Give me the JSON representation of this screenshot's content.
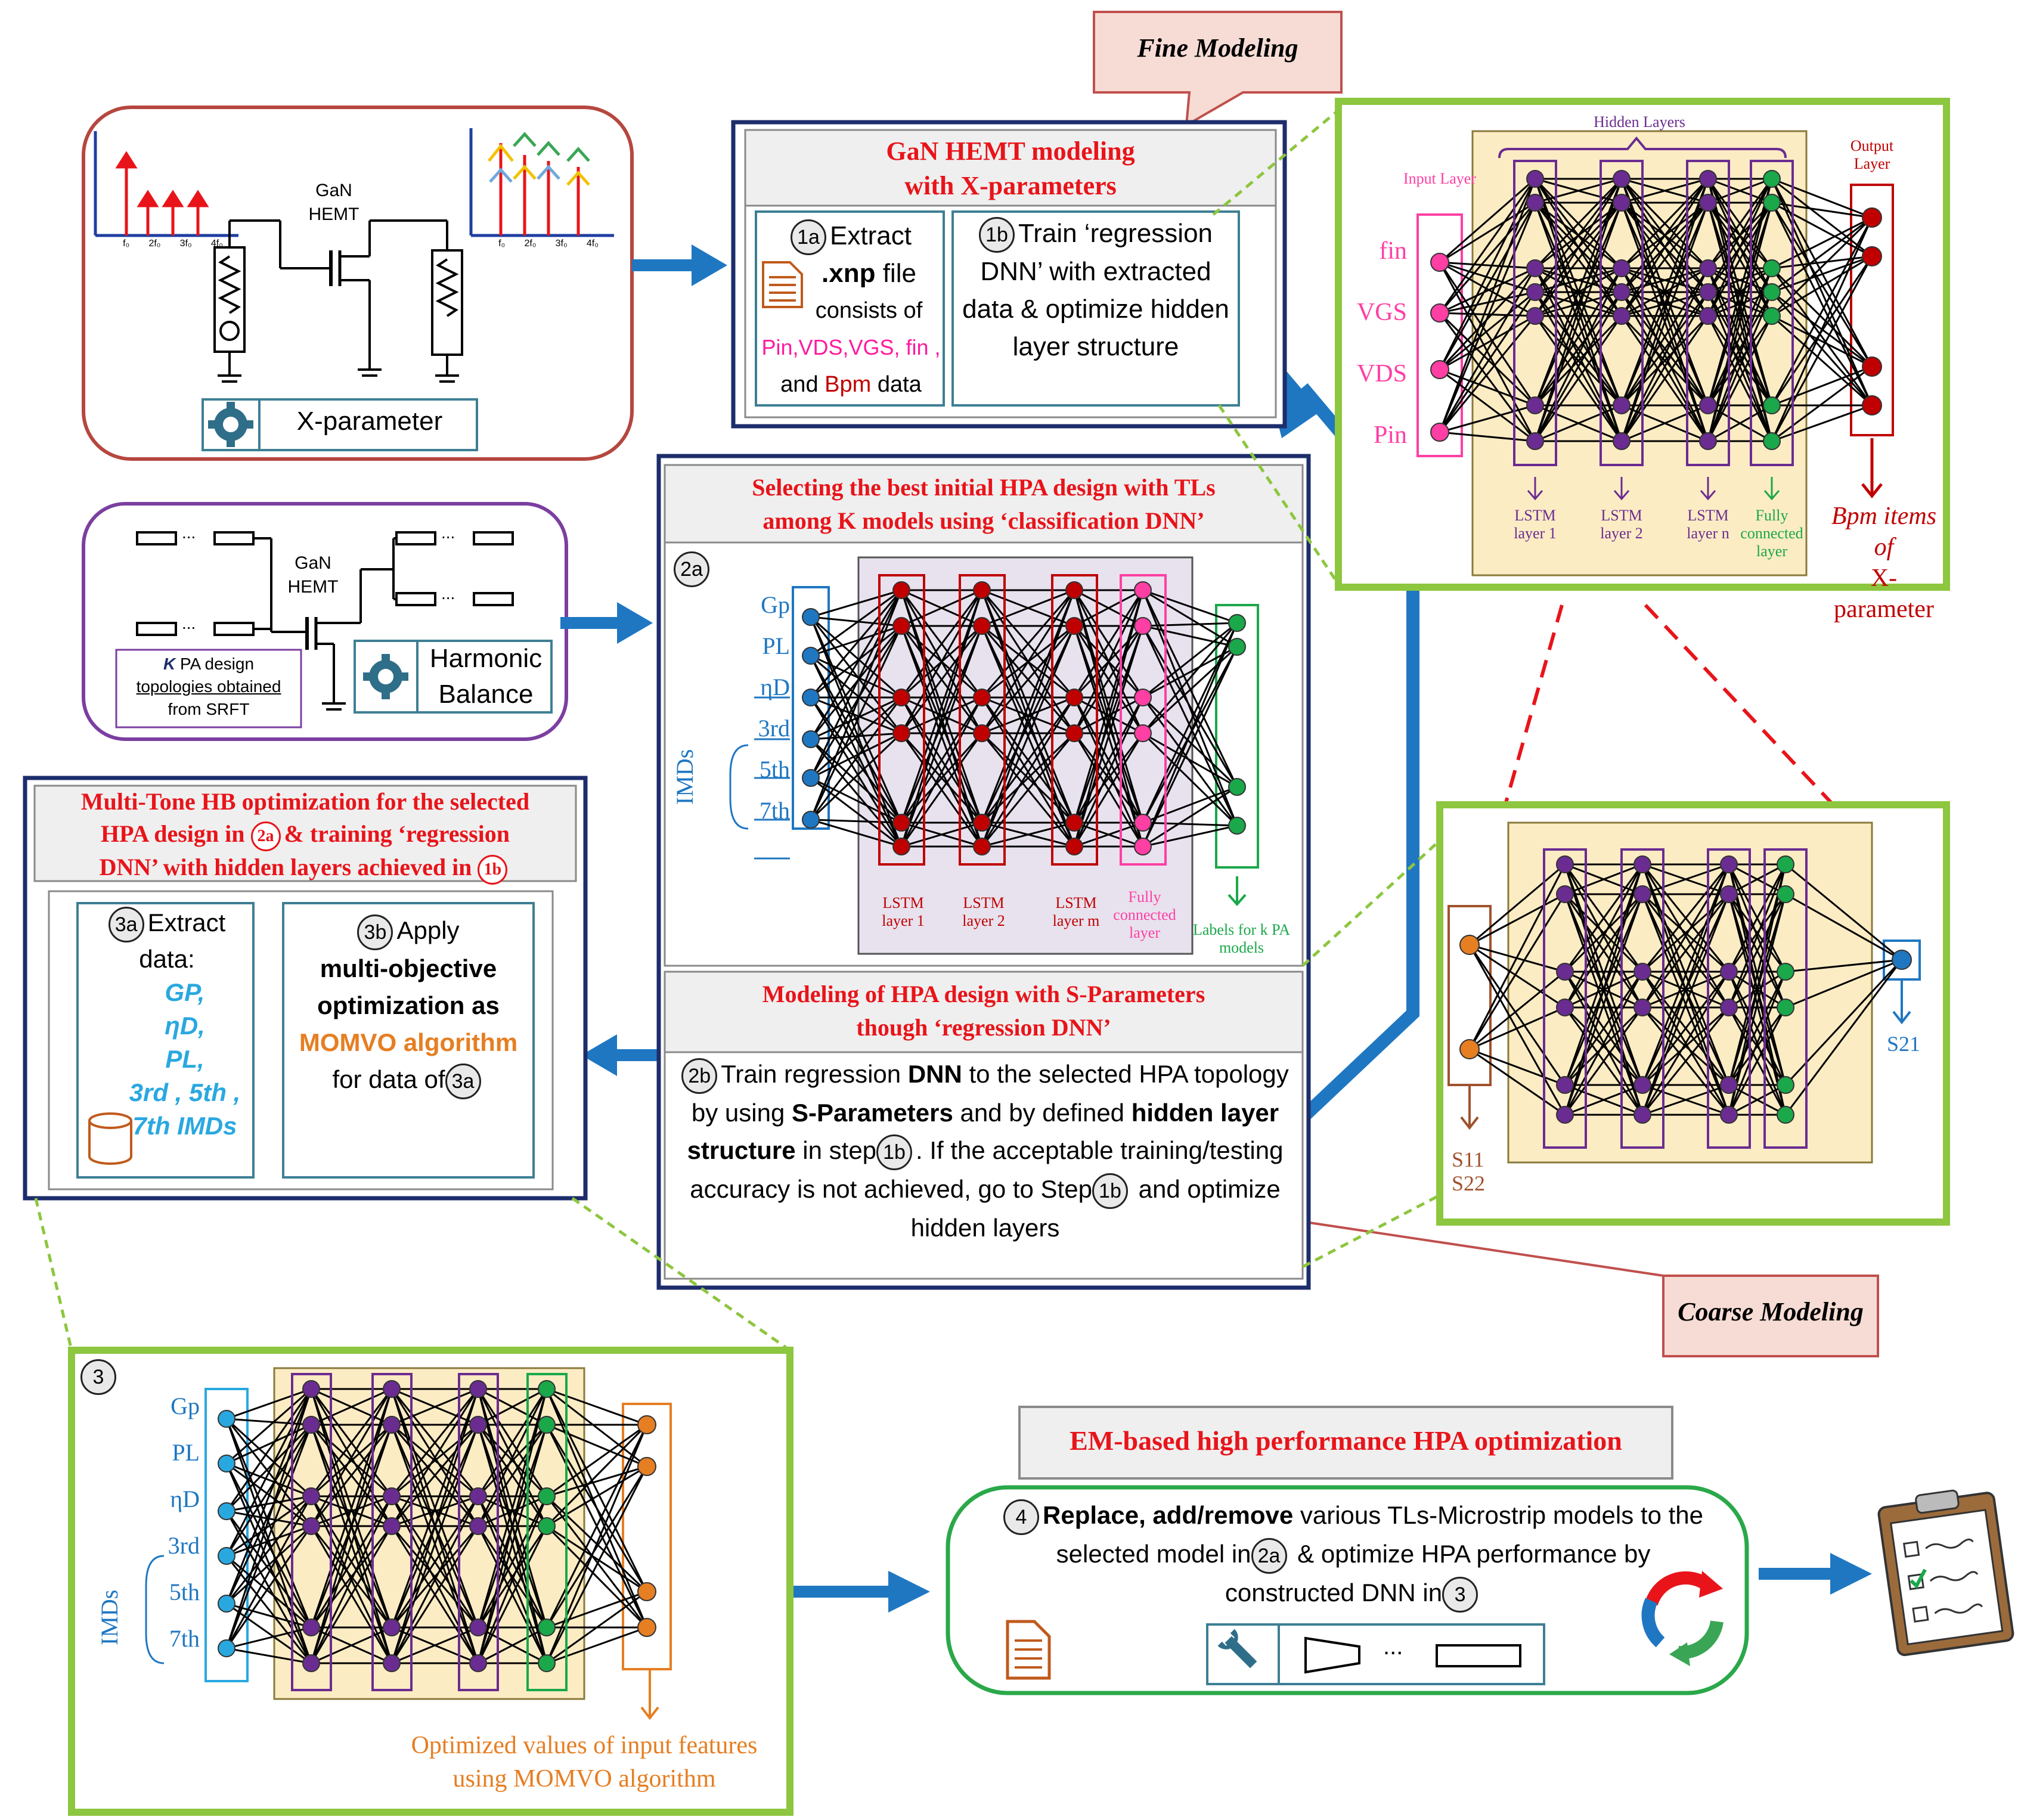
{
  "fine_modeling": "Fine Modeling",
  "coarse_modeling": "Coarse Modeling",
  "xparam_box": {
    "device": "GaN HEMT",
    "freqs_left": [
      "f₀",
      "2f₀",
      "3f₀",
      "4f₀"
    ],
    "freqs_right": [
      "f₀",
      "2f₀",
      "3f₀",
      "4f₀"
    ],
    "tool_label": "X-parameter"
  },
  "hb_box": {
    "device": "GaN HEMT",
    "k_note_k": "K",
    "k_note_rest": " PA design",
    "k_note_line2": "topologies obtained",
    "k_note_line3": "from SRFT",
    "tool_label_1": "Harmonic",
    "tool_label_2": "Balance",
    "dots": "..."
  },
  "gan_panel": {
    "title_1": "GaN HEMT modeling",
    "title_2": "with X-parameters",
    "step_1a": "1a",
    "extract": "Extract",
    "xnp": ".xnp",
    "file": " file",
    "consists": "consists of",
    "params": "Pin,VDS,VGS, fin ,",
    "and": "and",
    "bpm": "Bpm",
    "data": " data",
    "step_1b": "1b",
    "train_text": "Train ‘regression DNN’ with extracted data & optimize hidden layer structure"
  },
  "class_panel": {
    "title_1": "Selecting the best initial HPA design with TLs",
    "title_2": "among K models  using ‘classification DNN’",
    "step_2a": "2a",
    "inputs": [
      "Gp",
      "PL",
      "ηD",
      "3rd",
      "5th",
      "7th"
    ],
    "imds": "IMDs",
    "layers": [
      "LSTM layer 1",
      "LSTM layer 2",
      "LSTM layer m",
      "Fully connected layer"
    ],
    "labels": "Labels for k PA models"
  },
  "sparam_panel": {
    "title_1": "Modeling of  HPA design with S-Parameters",
    "title_2": "though ‘regression DNN’",
    "step_2b": "2b",
    "text_1": "Train regression ",
    "dnn": "DNN",
    "text_2": " to the  selected HPA topology by using ",
    "sp": "S-Parameters",
    "text_3": " and by defined ",
    "hls": "hidden layer structure",
    "text_4": " in step",
    "ref_1b": "1b",
    "text_5": ". If the acceptable training/testing accuracy is not achieved, go to Step",
    "text_6": " and optimize hidden layers"
  },
  "mt_panel": {
    "title_1": "Multi-Tone HB optimization for the selected",
    "title_2a": "HPA design in",
    "ref_2a": "2a",
    "title_2b": "& training ‘regression",
    "title_3a": "DNN’ with hidden layers achieved in",
    "ref_1b": "1b",
    "step_3a": "3a",
    "extract": "Extract data:",
    "vals": [
      "GP,",
      "ηD,",
      "PL,",
      "3rd , 5th ,",
      "7th IMDs"
    ],
    "step_3b": "3b",
    "apply": "Apply",
    "moo": "multi-objective optimization as",
    "momvo": "MOMVO algorithm",
    "fordata": "for data of",
    "ref_3a": "3a"
  },
  "fine_net": {
    "hidden_layers": "Hidden Layers",
    "input_layer": "Input Layer",
    "output_layer": "Output Layer",
    "inputs": [
      "fin",
      "VGS",
      "VDS",
      "Pin"
    ],
    "layers": [
      "LSTM layer 1",
      "LSTM layer 2",
      "LSTM layer n",
      "Fully connected layer"
    ],
    "bpm_items": "Bpm items of",
    "xparam": "X-parameter"
  },
  "coarse_net": {
    "s11": "S11",
    "s22": "S22",
    "s21": "S21"
  },
  "opt_net": {
    "step_3": "3",
    "inputs": [
      "Gp",
      "PL",
      "ηD",
      "3rd",
      "5th",
      "7th"
    ],
    "imds": "IMDs",
    "caption_1": "Optimized values of input features",
    "caption_2": "using  MOMVO algorithm"
  },
  "em_panel": {
    "title": "EM-based high performance HPA optimization",
    "step_4": "4",
    "bold": "Replace, add/remove",
    "text_1": " various TLs-Microstrip models to the selected model in",
    "ref_2a": "2a",
    "text_2": " & optimize HPA performance by constructed DNN in",
    "ref_3": "3",
    "dots": "..."
  },
  "colors": {
    "red": "#e8141a",
    "blue": "#1f77c2",
    "green": "#8dc63f",
    "navy": "#1d2d6b",
    "purple": "#6b2c91",
    "orange": "#e67e22",
    "pink": "#ff3fa4"
  }
}
